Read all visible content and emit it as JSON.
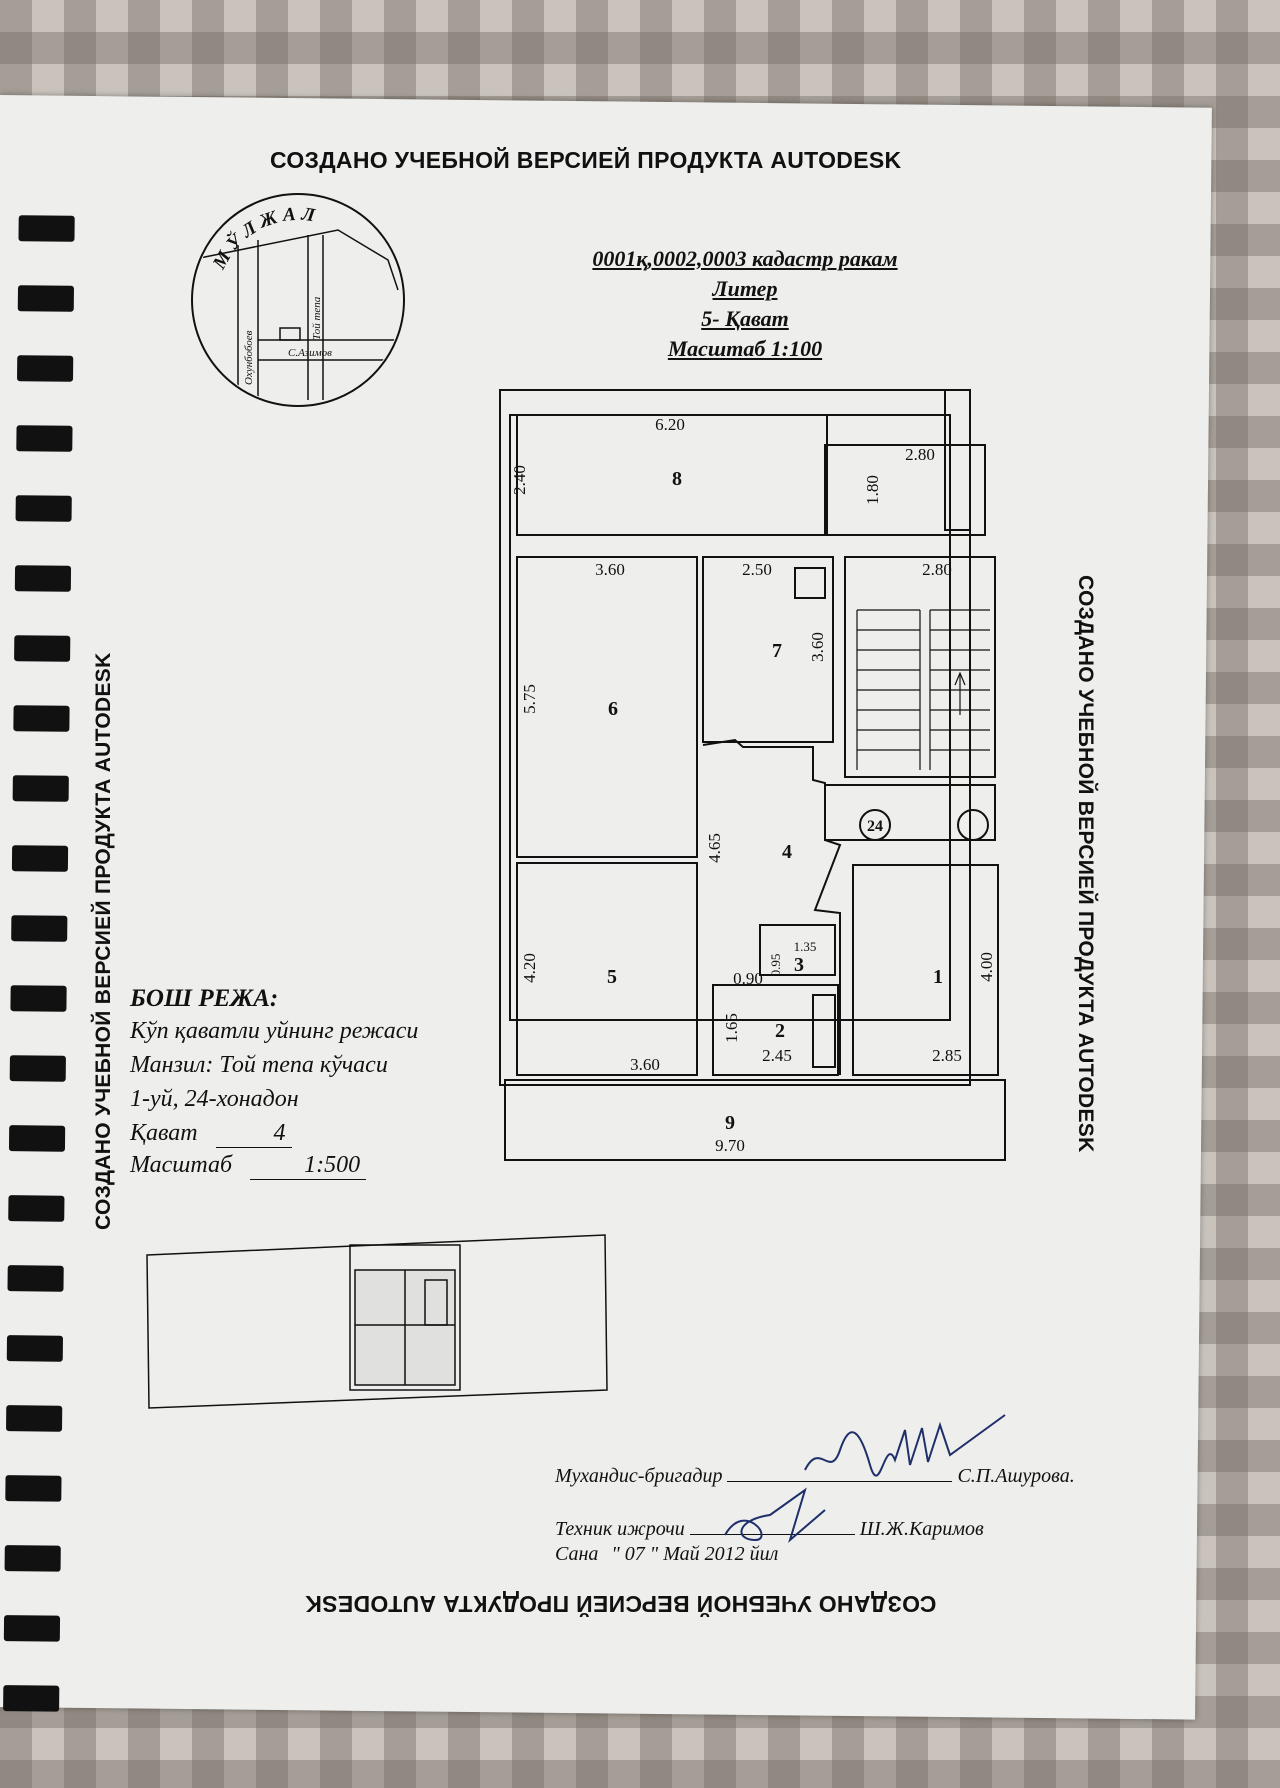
{
  "watermark": "СОЗДАНО УЧЕБНОЙ ВЕРСИЕЙ ПРОДУКТА AUTODESK",
  "stamp": {
    "title": "МЎЛЖАЛ",
    "street1": "Охунбобоев",
    "street2": "Той тепа",
    "street3": "С.Азимов"
  },
  "header": {
    "cadastre": "0001қ,0002,0003 кадастр ракам",
    "liter": "Литер",
    "floor": "5- Қават",
    "scale": "Масштаб 1:100"
  },
  "rooms": {
    "r1": "1",
    "r2": "2",
    "r3": "3",
    "r4": "4",
    "r5": "5",
    "r6": "6",
    "r7": "7",
    "r8": "8",
    "r9": "9",
    "apt": "24"
  },
  "dimensions": {
    "d_620": "6.20",
    "d_240": "2.40",
    "d_280a": "2.80",
    "d_180": "1.80",
    "d_360a": "3.60",
    "d_250": "2.50",
    "d_280b": "2.80",
    "d_360b": "3.60",
    "d_575": "5.75",
    "d_465": "4.65",
    "d_420": "4.20",
    "d_400": "4.00",
    "d_135": "1.35",
    "d_095": "0.95",
    "d_090": "0.90",
    "d_165": "1.65",
    "d_245": "2.45",
    "d_360c": "3.60",
    "d_285": "2.85",
    "d_970": "9.70"
  },
  "plan_info": {
    "title": "БОШ РЕЖА:",
    "line1": "Кўп қаватли уйнинг режаси",
    "line2": "Манзил: Той тепа кўчаси",
    "line3": "1-уй, 24-хонадон",
    "floor_label": "Қават",
    "floor_value": "4",
    "scale_label": "Масштаб",
    "scale_value": "1:500"
  },
  "signatures": {
    "engineer_label": "Мухандис-бригадир",
    "engineer_name": "С.П.Ашурова.",
    "tech_label": "Техник ижрочи",
    "tech_name": "Ш.Ж.Каримов",
    "date_label": "Сана",
    "date_value": "\" 07 \" Май 2012 йил"
  }
}
